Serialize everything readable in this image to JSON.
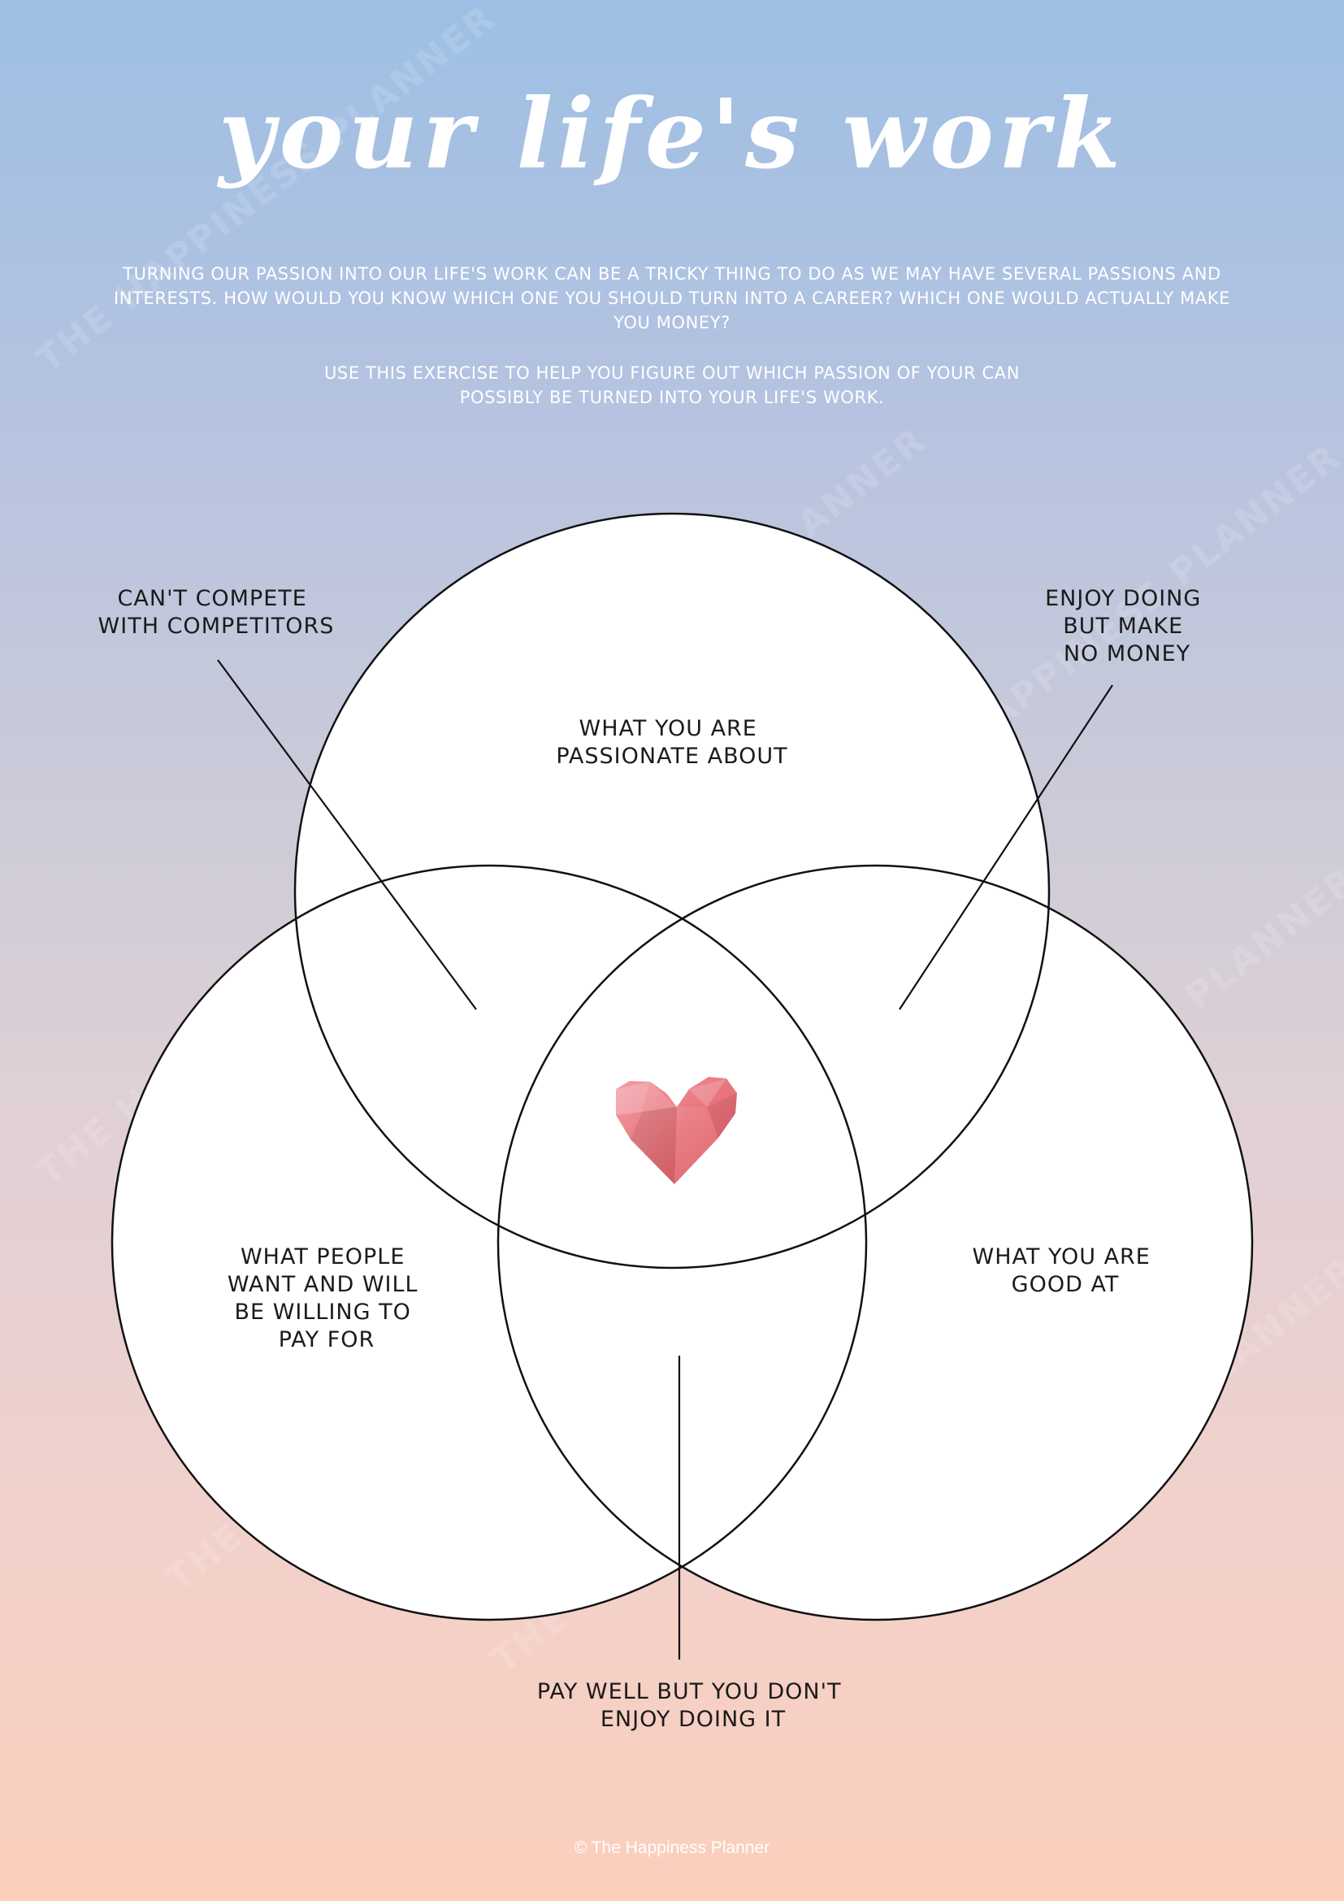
{
  "title": "your life's work",
  "intro": {
    "paragraph_1": "TURNING OUR PASSION INTO OUR LIFE'S WORK CAN BE A TRICKY THING TO DO AS WE MAY HAVE SEVERAL PASSIONS AND INTERESTS. HOW WOULD YOU KNOW WHICH ONE YOU SHOULD TURN INTO A CAREER? WHICH ONE WOULD ACTUALLY MAKE YOU MONEY?",
    "paragraph_2": "USE THIS EXERCISE TO HELP YOU FIGURE OUT WHICH PASSION OF YOUR CAN POSSIBLY BE TURNED INTO YOUR LIFE'S WORK."
  },
  "venn": {
    "circles": {
      "top": [
        "WHAT YOU ARE",
        "PASSIONATE ABOUT"
      ],
      "left": [
        "WHAT PEOPLE",
        "WANT AND WILL",
        "BE WILLING TO",
        "PAY FOR"
      ],
      "right": [
        "WHAT YOU ARE",
        "GOOD AT"
      ]
    },
    "callouts": {
      "top_left": [
        "CAN'T COMPETE",
        "WITH COMPETITORS"
      ],
      "top_right": [
        "ENJOY DOING",
        "BUT MAKE",
        "NO MONEY"
      ],
      "bottom": [
        "PAY WELL BUT YOU DON'T",
        "ENJOY DOING IT"
      ]
    },
    "center_icon": "heart-icon",
    "heart_color": "#e8727a"
  },
  "watermark": "THE HAPPINESS PLANNER",
  "footer": "© The Happiness Planner"
}
